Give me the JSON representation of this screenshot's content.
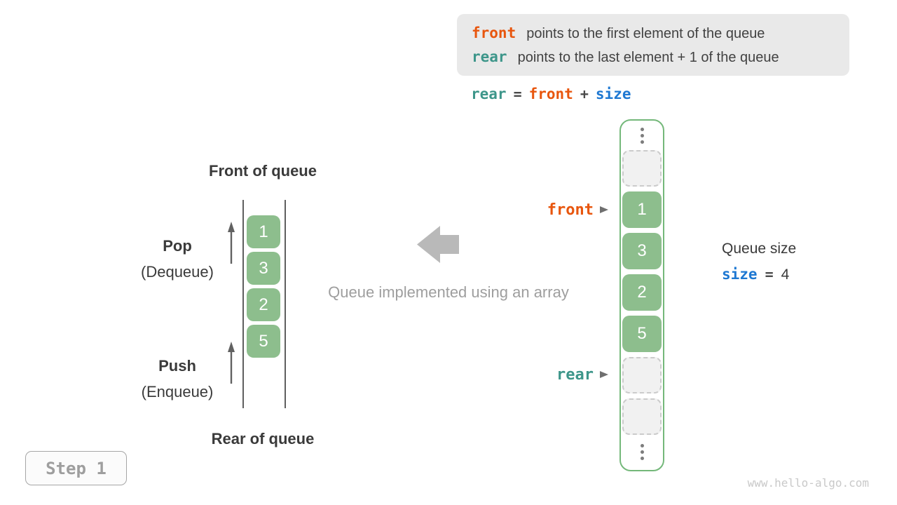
{
  "info_box": {
    "lines": [
      {
        "keyword": "front",
        "text": "points to the first element of the queue"
      },
      {
        "keyword": "rear",
        "text": "points to the last element + 1 of the queue"
      }
    ]
  },
  "formula": {
    "rear": "rear",
    "eq": "=",
    "front": "front",
    "plus": "+",
    "size": "size"
  },
  "left_queue": {
    "front_label": "Front of queue",
    "rear_label": "Rear of queue",
    "pop_title": "Pop",
    "pop_subtitle": "(Dequeue)",
    "push_title": "Push",
    "push_subtitle": "(Enqueue)",
    "values": [
      "1",
      "3",
      "2",
      "5"
    ]
  },
  "center_caption": "Queue implemented using an array",
  "array_panel": {
    "cells": [
      {
        "type": "empty",
        "value": ""
      },
      {
        "type": "filled",
        "value": "1"
      },
      {
        "type": "filled",
        "value": "3"
      },
      {
        "type": "filled",
        "value": "2"
      },
      {
        "type": "filled",
        "value": "5"
      },
      {
        "type": "empty",
        "value": ""
      },
      {
        "type": "empty",
        "value": ""
      }
    ],
    "front_pointer": "front",
    "rear_pointer": "rear"
  },
  "queue_size": {
    "title": "Queue size",
    "variable": "size",
    "equals": "=",
    "value": "4"
  },
  "step_badge": "Step 1",
  "watermark": "www.hello-algo.com",
  "colors": {
    "front_orange": "#e8560e",
    "rear_teal": "#3d968a",
    "size_blue": "#1e78d2",
    "cell_green": "#8dbe8d",
    "panel_border_green": "#74b87a",
    "info_box_bg": "#e9e9e9",
    "muted_gray": "#9e9e9e"
  }
}
